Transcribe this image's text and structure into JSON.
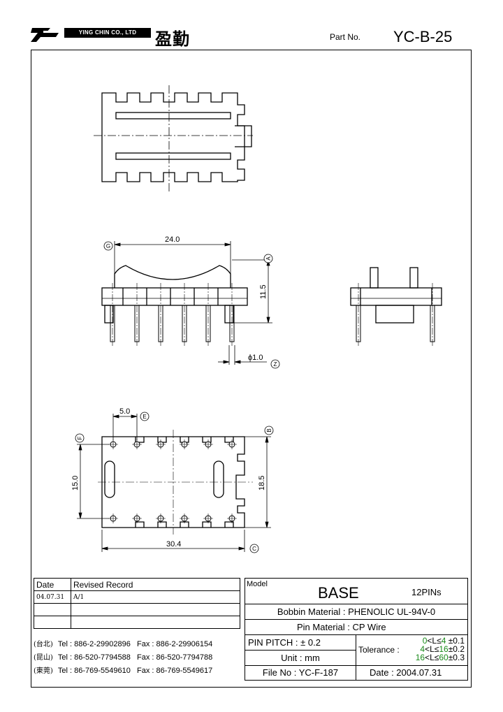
{
  "header": {
    "company_name": "YING CHIN CO., LTD",
    "company_chinese": "盈勤",
    "part_no_label": "Part No.",
    "part_no": "YC-B-25"
  },
  "drawing": {
    "dim_24": "24.0",
    "dim_11_5": "11.5",
    "dim_pin_dia": "ϕ1.0",
    "dim_5": "5.0",
    "dim_15": "15.0",
    "dim_18_5": "18.5",
    "dim_30_4": "30.4",
    "datum_a": "A",
    "datum_b": "B",
    "datum_c": "C",
    "datum_e": "E",
    "datum_f": "F",
    "datum_g": "G",
    "datum_z": "Z"
  },
  "revision": {
    "col_date": "Date",
    "col_record": "Revised  Record",
    "rows": [
      {
        "date": "04.07.31",
        "record": "A/1"
      },
      {
        "date": "",
        "record": ""
      },
      {
        "date": "",
        "record": ""
      }
    ]
  },
  "contacts": [
    {
      "city": "(台北)",
      "tel": "Tel : 886-2-29902896",
      "fax": "Fax : 886-2-29906154"
    },
    {
      "city": "(昆山)",
      "tel": "Tel : 86-520-7794588",
      "fax": "Fax : 86-520-7794788"
    },
    {
      "city": "(東莞)",
      "tel": "Tel : 86-769-5549610",
      "fax": "Fax : 86-769-5549617"
    }
  ],
  "spec": {
    "model_label": "Model",
    "model": "BASE",
    "pins": "12PINs",
    "bobbin_label": "Bobbin  Material : ",
    "bobbin": "PHENOLIC UL-94V-0",
    "pin_mat_label": "Pin  Material : ",
    "pin_mat": "CP Wire",
    "pitch_label": "PIN  PITCH : ",
    "pitch": "± 0.2",
    "unit_label": "Unit : ",
    "unit": "mm",
    "tol_label": "Tolerance :",
    "tol": [
      {
        "a": "0",
        "b": "4",
        "v": "±0.1"
      },
      {
        "a": "4",
        "b": "16",
        "v": "±0.2"
      },
      {
        "a": "16",
        "b": "60",
        "v": "±0.3"
      }
    ],
    "file_label": "File  No : ",
    "file": "YC-F-187",
    "date_label": "Date : ",
    "date": "2004.07.31",
    "green": "#1a8a1a"
  }
}
